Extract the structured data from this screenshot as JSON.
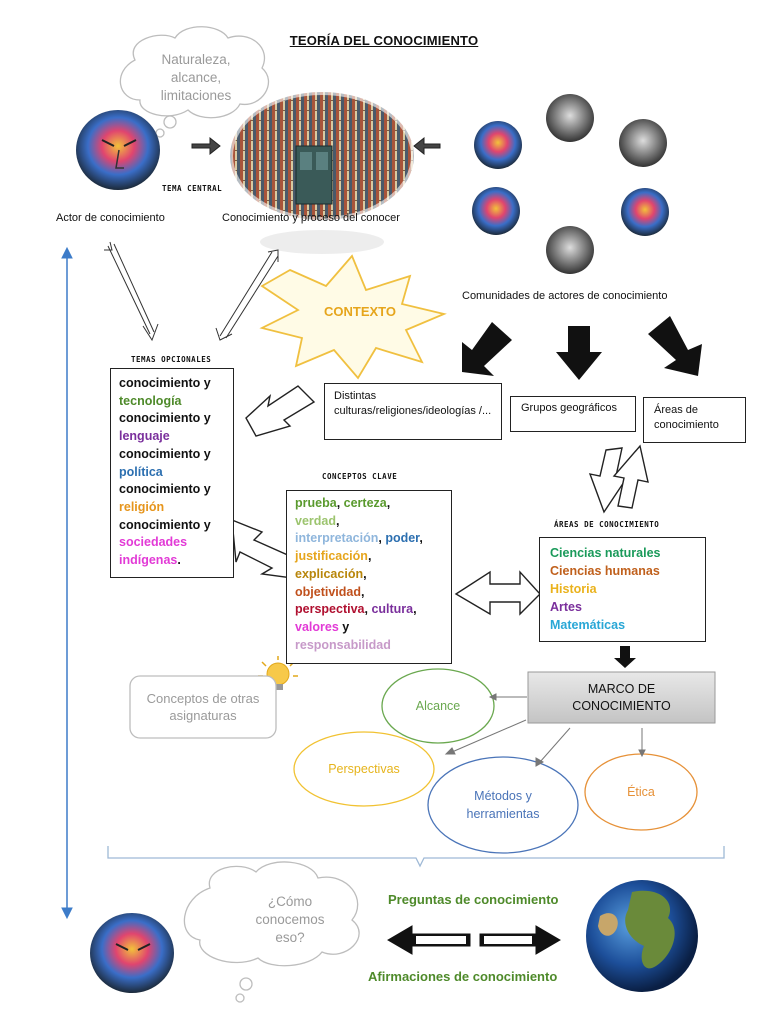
{
  "title": "TEORÍA DEL CONOCIMIENTO",
  "thought_top": "Naturaleza, alcance, limitaciones",
  "tema_central": "TEMA CENTRAL",
  "actor_label": "Actor de conocimiento",
  "conocimiento_label": "Conocimiento y proceso del conocer",
  "comunidades_label": "Comunidades de actores de conocimiento",
  "contexto": "CONTEXTO",
  "temas_opcionales": "TEMAS OPCIONALES",
  "optional_themes": [
    {
      "a": "conocimiento y",
      "b": "tecnología",
      "color": "#4e8a2a"
    },
    {
      "a": "conocimiento y",
      "b": "lenguaje",
      "color": "#7a2f9c"
    },
    {
      "a": "conocimiento y",
      "b": "política",
      "color": "#2c6fb0"
    },
    {
      "a": "conocimiento y",
      "b": "religión",
      "color": "#e6951c"
    },
    {
      "a": "conocimiento y",
      "b": "sociedades indígenas",
      "color": "#e23ad6"
    }
  ],
  "distintas": "Distintas culturas/religiones/ideologías /...",
  "grupos": "Grupos geográficos",
  "areas_box": "Áreas de conocimiento",
  "conceptos_clave": "CONCEPTOS CLAVE",
  "key_concepts": [
    {
      "text": "prueba",
      "color": "#5a9a2e"
    },
    {
      "text": "certeza",
      "color": "#5a9a2e"
    },
    {
      "text": "verdad",
      "color": "#9cc46e"
    },
    {
      "text": "interpretación",
      "color": "#8fb6dc"
    },
    {
      "text": "poder",
      "color": "#2c6fb0"
    },
    {
      "text": "justificación",
      "color": "#e6a51c"
    },
    {
      "text": "explicación",
      "color": "#b8860b"
    },
    {
      "text": "objetividad",
      "color": "#c0501c"
    },
    {
      "text": "perspectiva",
      "color": "#b01030"
    },
    {
      "text": "cultura",
      "color": "#7a2f9c"
    },
    {
      "text": "valores",
      "color": "#e23ad6"
    },
    {
      "text": "responsabilidad",
      "color": "#c79ac9"
    }
  ],
  "conj_y": "y",
  "areas_title": "ÁREAS DE CONOCIMIENTO",
  "areas": [
    {
      "text": "Ciencias naturales",
      "color": "#1a9a5a"
    },
    {
      "text": "Ciencias humanas",
      "color": "#c0601c"
    },
    {
      "text": "Historia",
      "color": "#eab21c"
    },
    {
      "text": "Artes",
      "color": "#7a2f9c"
    },
    {
      "text": "Matemáticas",
      "color": "#29a7d6"
    }
  ],
  "marco": "MARCO DE CONOCIMIENTO",
  "otras": "Conceptos de otras asignaturas",
  "alcance": "Alcance",
  "perspectivas": "Perspectivas",
  "metodos": "Métodos y herramientas",
  "etica": "Ética",
  "como": "¿Cómo conocemos eso?",
  "preguntas": "Preguntas de conocimiento",
  "afirmaciones": "Afirmaciones de conocimiento",
  "colors": {
    "alcance": "#6aa84f",
    "perspectivas": "#f1c232",
    "metodos": "#4a74b8",
    "etica": "#e69138",
    "blue_line": "#3d7cc9"
  }
}
